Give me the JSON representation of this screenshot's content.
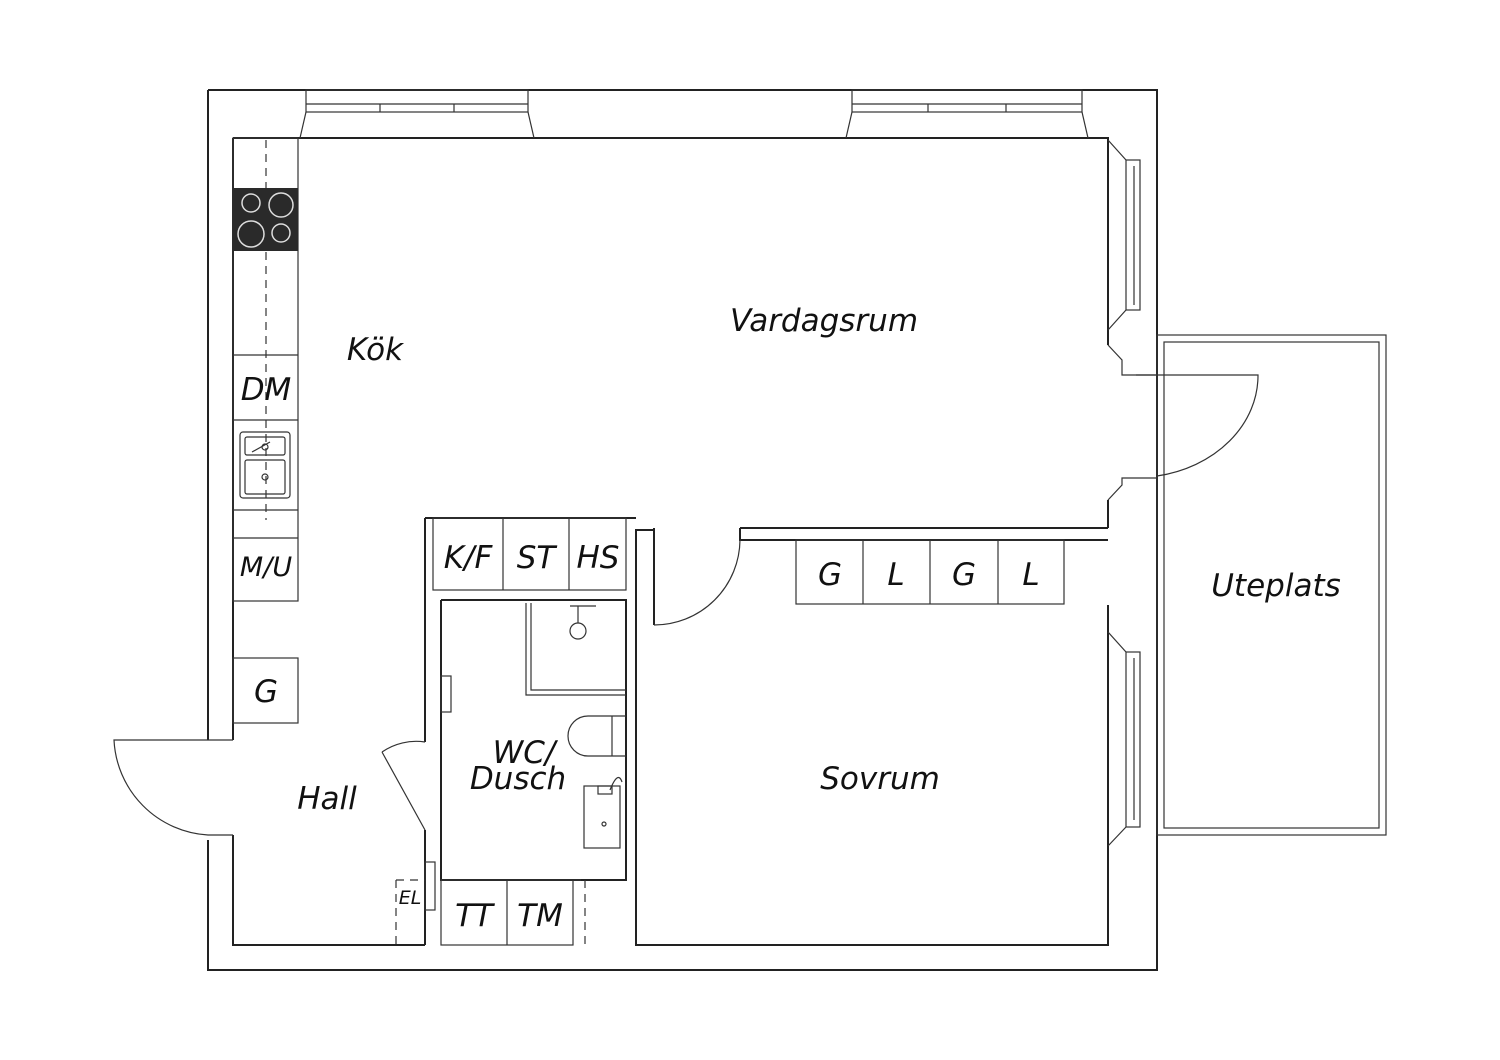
{
  "rooms": {
    "kitchen": "Kök",
    "living": "Vardagsrum",
    "bedroom": "Sovrum",
    "bath_line1": "WC/",
    "bath_line2": "Dusch",
    "hall": "Hall",
    "patio": "Uteplats"
  },
  "fixtures": {
    "dishwasher": "DM",
    "microwave_oven": "M/U",
    "kitchen_cabinet": "G",
    "fridge_freezer": "K/F",
    "cleaning_cabinet": "ST",
    "linen_cabinet": "HS",
    "wardrobe_1": "G",
    "linen_1": "L",
    "wardrobe_2": "G",
    "linen_2": "L",
    "dryer": "TT",
    "washer": "TM",
    "electrical": "EL"
  },
  "colors": {
    "wall": "#222222",
    "stove": "#2a2a2a",
    "background": "#ffffff"
  }
}
